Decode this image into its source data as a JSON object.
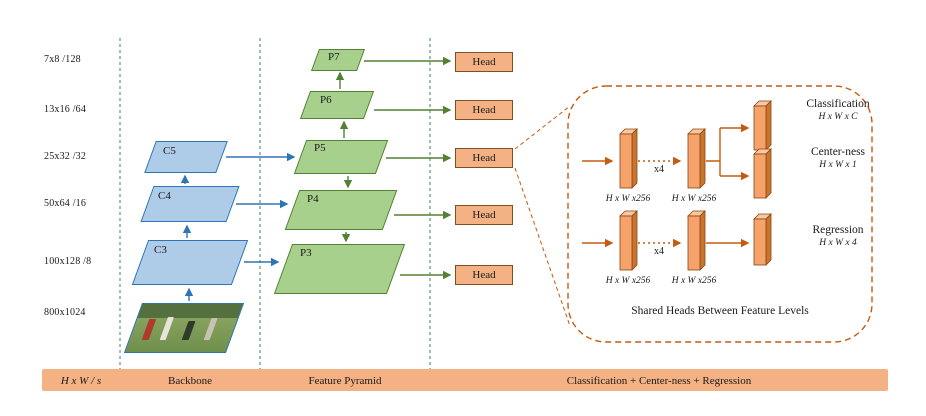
{
  "figure": {
    "scales": [
      "7x8 /128",
      "13x16 /64",
      "25x32 /32",
      "50x64 /16",
      "100x128 /8",
      "800x1024"
    ],
    "backbone": {
      "c5": "C5",
      "c4": "C4",
      "c3": "C3"
    },
    "pyramid": {
      "p7": "P7",
      "p6": "P6",
      "p5": "P5",
      "p4": "P4",
      "p3": "P3"
    },
    "head_label": "Head",
    "detail": {
      "conv_dim": "H x W x256",
      "repeat": "x4",
      "outputs": {
        "classification": {
          "name": "Classification",
          "dim": "H x W x C"
        },
        "centerness": {
          "name": "Center-ness",
          "dim": "H x W x 1"
        },
        "regression": {
          "name": "Regression",
          "dim": "H x W x 4"
        }
      },
      "caption": "Shared Heads Between Feature Levels"
    },
    "footer": {
      "col_scale": "H x W / s",
      "col_backbone": "Backbone",
      "col_pyramid": "Feature Pyramid",
      "col_heads": "Classification + Center-ness + Regression"
    },
    "colors": {
      "backbone_fill": "#AECBE8",
      "backbone_border": "#2E75B6",
      "pyramid_fill": "#A8D08D",
      "pyramid_border": "#538135",
      "head_fill": "#F4B183",
      "accent_orange": "#C55A11",
      "arrow_blue": "#2E75B6",
      "arrow_green": "#538135",
      "separator_teal": "#3E7E7A"
    }
  }
}
